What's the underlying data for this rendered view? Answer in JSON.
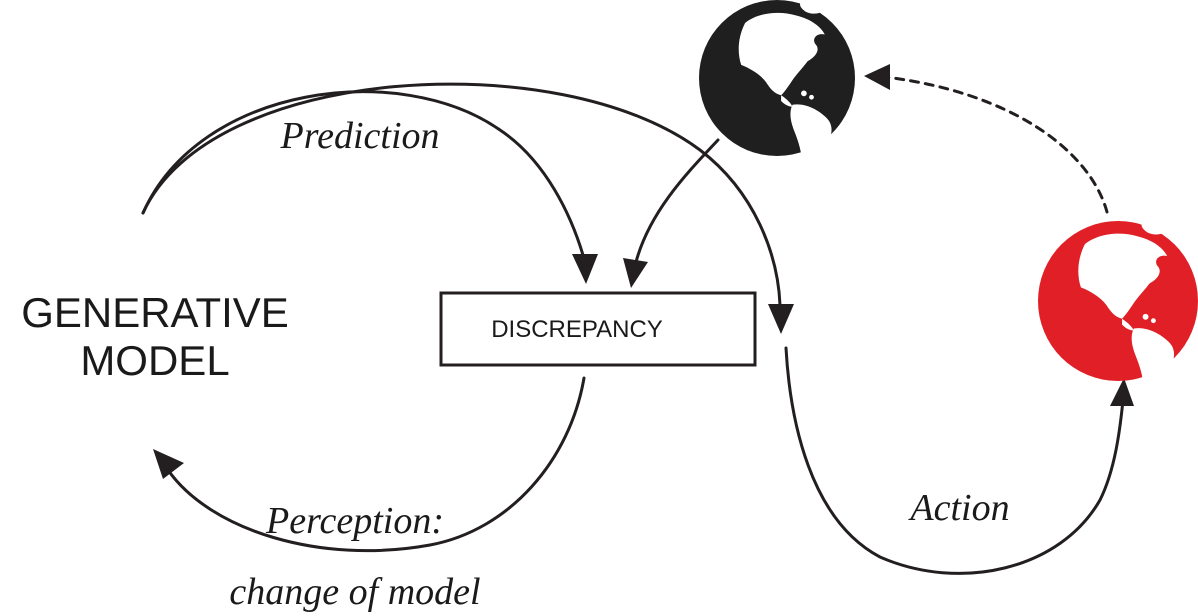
{
  "generative_model": {
    "line1": "GENERATIVE",
    "line2": "MODEL"
  },
  "discrepancy_label": "DISCREPANCY",
  "labels": {
    "prediction": "Prediction",
    "perception_line1": "Perception:",
    "perception_line2": "change of model",
    "action": "Action"
  },
  "colors": {
    "ink": "#231f20",
    "world_actual": "#1f1f1f",
    "world_changed": "#e01f26",
    "land": "#ffffff"
  },
  "icons": {
    "world_black": "earth-globe-icon",
    "world_red": "earth-globe-icon"
  }
}
